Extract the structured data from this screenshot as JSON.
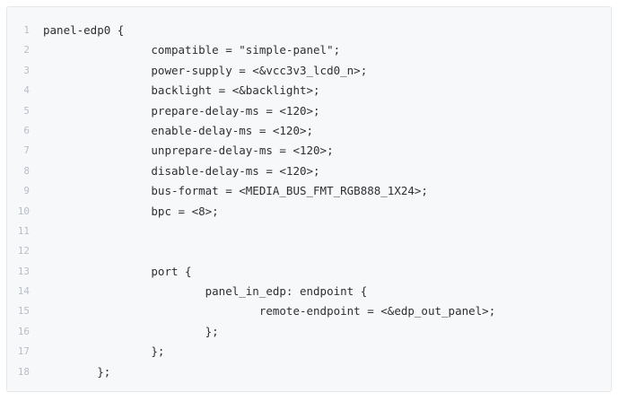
{
  "code": {
    "lines": [
      {
        "number": "1",
        "text": "panel-edp0 {"
      },
      {
        "number": "2",
        "text": "                compatible = \"simple-panel\";"
      },
      {
        "number": "3",
        "text": "                power-supply = <&vcc3v3_lcd0_n>;"
      },
      {
        "number": "4",
        "text": "                backlight = <&backlight>;"
      },
      {
        "number": "5",
        "text": "                prepare-delay-ms = <120>;"
      },
      {
        "number": "6",
        "text": "                enable-delay-ms = <120>;"
      },
      {
        "number": "7",
        "text": "                unprepare-delay-ms = <120>;"
      },
      {
        "number": "8",
        "text": "                disable-delay-ms = <120>;"
      },
      {
        "number": "9",
        "text": "                bus-format = <MEDIA_BUS_FMT_RGB888_1X24>;"
      },
      {
        "number": "10",
        "text": "                bpc = <8>;"
      },
      {
        "number": "11",
        "text": ""
      },
      {
        "number": "12",
        "text": ""
      },
      {
        "number": "13",
        "text": "                port {"
      },
      {
        "number": "14",
        "text": "                        panel_in_edp: endpoint {"
      },
      {
        "number": "15",
        "text": "                                remote-endpoint = <&edp_out_panel>;"
      },
      {
        "number": "16",
        "text": "                        };"
      },
      {
        "number": "17",
        "text": "                };"
      },
      {
        "number": "18",
        "text": "        };"
      }
    ]
  }
}
